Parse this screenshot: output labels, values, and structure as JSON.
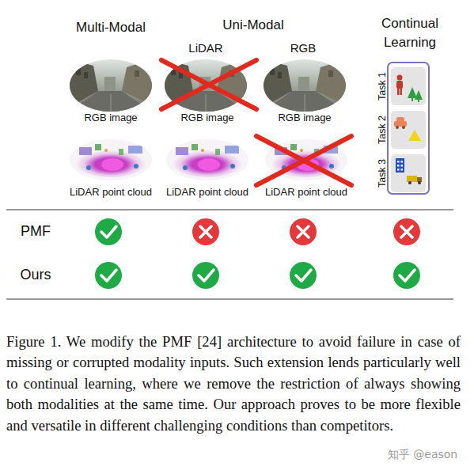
{
  "diagram": {
    "caption": "Figure 1. We modify the PMF [24] architecture to avoid failure in case of missing or corrupted modality inputs. Such extension lends particularly well to continual learning, where we remove the restriction of always showing both modalities at the same time. Our approach proves to be more flexible and versatile in different challenging conditions than competitors.",
    "nodes": [
      {
        "text": [
          "Continual Learning"
        ]
      },
      {
        "text": [
          "Task 1"
        ],
        "in": 0
      },
      {
        "text": [
          "Task 2"
        ],
        "in": 0
      },
      {
        "text": [
          "Task 3"
        ],
        "in": 0
      }
    ],
    "labels": [
      "Multi-Modal",
      "Uni-Modal",
      "LiDAR",
      "RGB",
      "RGB image",
      "RGB image",
      "RGB image",
      "LiDAR point cloud",
      "LiDAR point cloud",
      "LiDAR point cloud",
      "PMF",
      "Ours",
      "知乎 @eason"
    ]
  }
}
